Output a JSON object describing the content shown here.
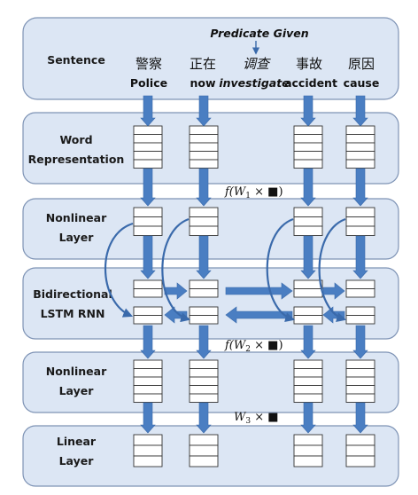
{
  "header": {
    "predicate_given": "Predicate Given"
  },
  "sentence": {
    "label": "Sentence",
    "words": [
      {
        "zh": "警察",
        "en": "Police",
        "is_predicate": false
      },
      {
        "zh": "正在",
        "en": "now",
        "is_predicate": false
      },
      {
        "zh": "调查",
        "en": "investigate",
        "is_predicate": true
      },
      {
        "zh": "事故",
        "en": "accident",
        "is_predicate": false
      },
      {
        "zh": "原因",
        "en": "cause",
        "is_predicate": false
      }
    ]
  },
  "layers": {
    "word_representation": {
      "label_line1": "Word",
      "label_line2": "Representation"
    },
    "nonlinear_1": {
      "label_line1": "Nonlinear",
      "label_line2": "Layer"
    },
    "bilstm": {
      "label_line1": "Bidirectional",
      "label_line2": "LSTM RNN"
    },
    "nonlinear_2": {
      "label_line1": "Nonlinear",
      "label_line2": "Layer"
    },
    "linear": {
      "label_line1": "Linear",
      "label_line2": "Layer"
    }
  },
  "formulas": {
    "f1_fn": "f(",
    "f1_w": "W",
    "f1_sub": "1",
    "f1_rest": " × ■)",
    "f2_fn": "f(",
    "f2_w": "W",
    "f2_sub": "2",
    "f2_rest": " × ■)",
    "f3_w": "W",
    "f3_sub": "3",
    "f3_rest": " × ■"
  },
  "colors": {
    "panel_fill": "#dce6f4",
    "panel_stroke": "#7e93b5",
    "arrow": "#4a7ec2",
    "cell_fill": "#ffffff"
  }
}
